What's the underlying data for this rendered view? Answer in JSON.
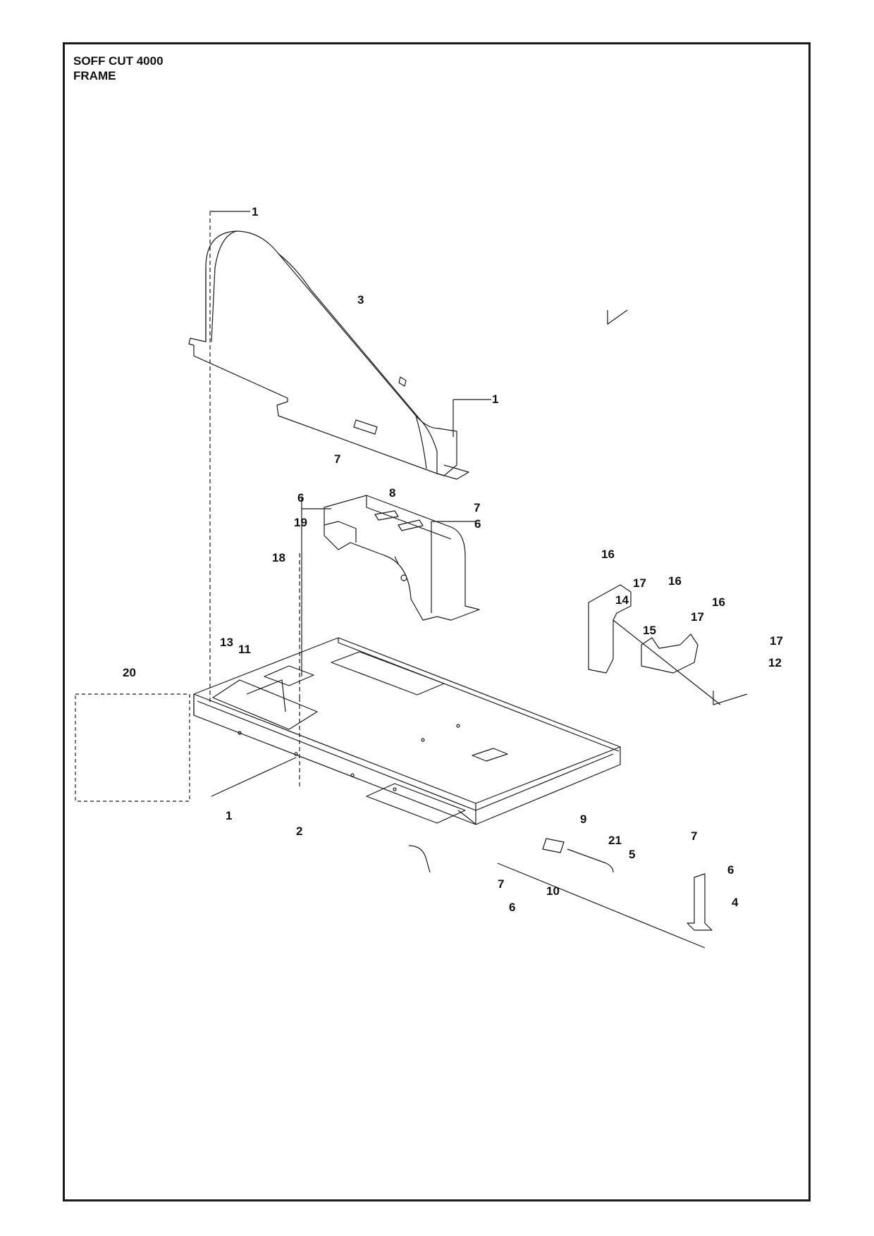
{
  "header": {
    "model": "SOFF CUT 4000",
    "section": "FRAME"
  },
  "callouts": [
    "1",
    "3",
    "1",
    "7",
    "6",
    "8",
    "7",
    "6",
    "19",
    "18",
    "11",
    "13",
    "20",
    "16",
    "17",
    "14",
    "16",
    "17",
    "15",
    "16",
    "17",
    "12",
    "1",
    "2",
    "9",
    "21",
    "5",
    "7",
    "6",
    "4",
    "7",
    "6",
    "10"
  ],
  "colors": {
    "line": "#1a1a1a",
    "paper": "#ffffff"
  }
}
